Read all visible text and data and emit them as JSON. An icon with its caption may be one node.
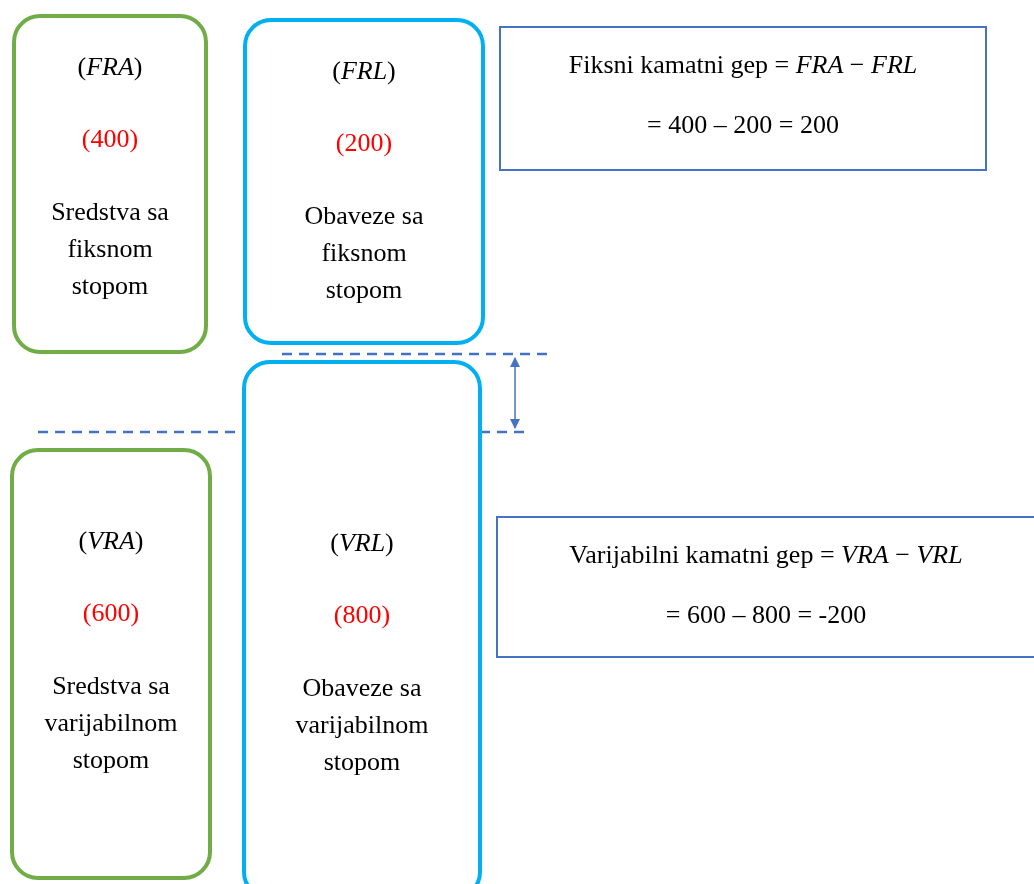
{
  "diagram": {
    "nodes": [
      {
        "text": [
          "(*FRA*)",
          "(400)",
          "Sredstva sa fiksnom stopom"
        ]
      },
      {
        "text": [
          "(*FRL*)",
          "(200)",
          "Obaveze sa fiksnom stopom"
        ]
      },
      {
        "text": [
          "Fiksni kamatni gep = *FRA* − *FRL*",
          "= 400 – 200 = 200"
        ]
      },
      {
        "text": [
          "(*VRA*)",
          "(600)",
          "Sredstva sa varijabilnom stopom"
        ]
      },
      {
        "text": [
          "(*VRL*)",
          "(800)",
          "Obaveze sa varijabilnom stopom"
        ]
      },
      {
        "text": [
          "Varijabilni kamatni gep = *VRA* − *VRL*",
          "= 600 – 800 = -200"
        ]
      }
    ],
    "edges": []
  }
}
